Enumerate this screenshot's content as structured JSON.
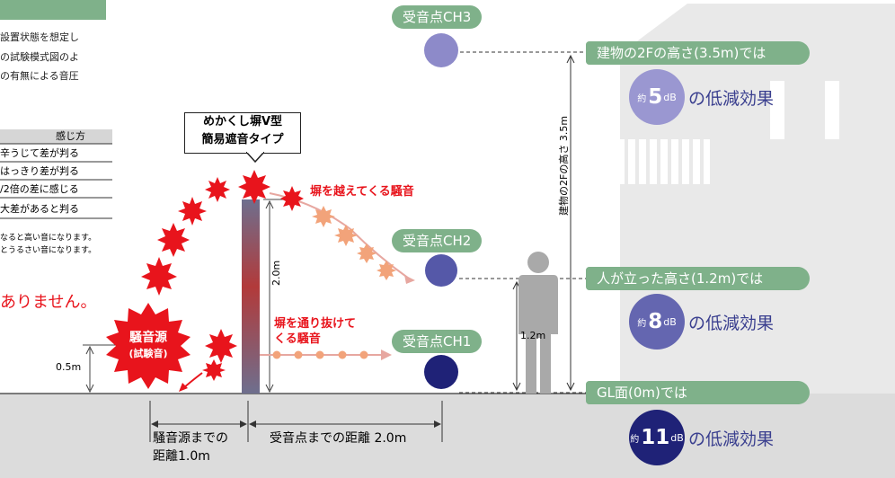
{
  "intro_text": [
    "設置状態を想定し",
    "の試験模式図のよ",
    "の有無による音圧"
  ],
  "feel_table": {
    "header": "感じ方",
    "rows": [
      "辛うじて差が判る",
      "はっきり差が判る",
      "/2倍の差に感じる",
      "大差があると判る"
    ],
    "notes": [
      "なると高い音になります。",
      "とうるさい音になります。"
    ]
  },
  "red_note": "ありません。",
  "fence_label": {
    "line1": "めかくし塀V型",
    "line2": "簡易遮音タイプ"
  },
  "noise_over_label": "塀を越えてくる騒音",
  "noise_through_label": {
    "line1": "塀を通り抜けて",
    "line2": "くる騒音"
  },
  "source_label": {
    "line1": "騒音源",
    "line2": "(試験音)"
  },
  "fence_height_label": "2.0m",
  "source_height_label": "0.5m",
  "person_height_label": "1.2m",
  "building_height_label": "建物の2Fの高さ 3.5m",
  "receivers": {
    "ch3": "受音点CH3",
    "ch2": "受音点CH2",
    "ch1": "受音点CH1"
  },
  "receiver_colors": {
    "ch3": "#8d8ac9",
    "ch2": "#5558a8",
    "ch1": "#1f2277"
  },
  "distance_source": {
    "line1": "騒音源までの",
    "line2": "距離1.0m"
  },
  "distance_receiver": "受音点までの距離 2.0m",
  "results": [
    {
      "heading": "建物の2Fの高さ(3.5m)では",
      "prefix": "約",
      "value": "5",
      "unit": "dB",
      "effect": "の低減効果",
      "color": "#9a97d1"
    },
    {
      "heading": "人が立った高さ(1.2m)では",
      "prefix": "約",
      "value": "8",
      "unit": "dB",
      "effect": "の低減効果",
      "color": "#6466b0"
    },
    {
      "heading": "GL面(0m)では",
      "prefix": "約",
      "value": "11",
      "unit": "dB",
      "effect": "の低減効果",
      "color": "#1f2277"
    }
  ],
  "colors": {
    "green": "#7fb18a",
    "red": "#e8141c",
    "orange": "#f2a37a",
    "ground": "#dcdcdc",
    "building": "#e9e9e9"
  }
}
